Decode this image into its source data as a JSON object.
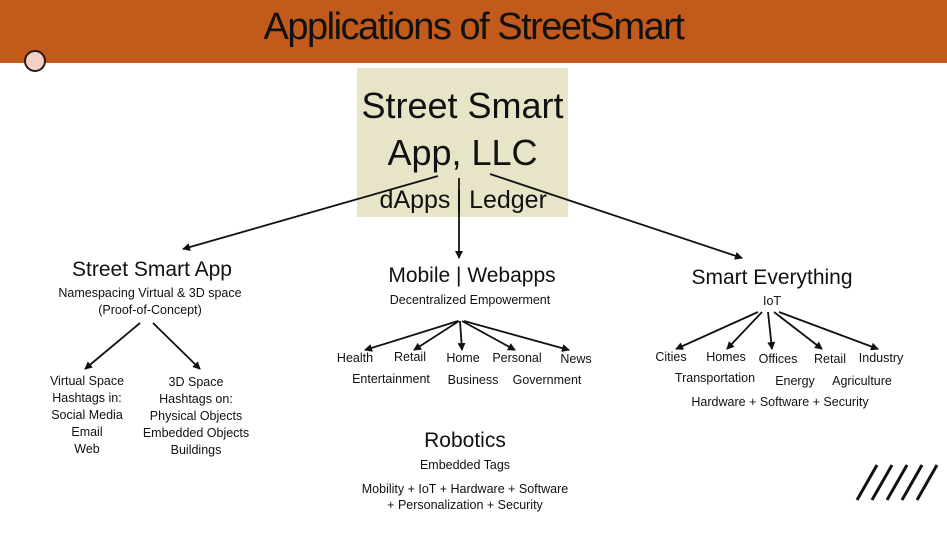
{
  "header": {
    "title": "Applications of StreetSmart",
    "bar_color": "#c25a1c"
  },
  "root": {
    "line1": "Street Smart",
    "line2": "App, LLC",
    "sub_left": "dApps",
    "sub_sep": "|",
    "sub_right": "Ledger",
    "box_color": "#e8e4c8"
  },
  "branch_app": {
    "title": "Street Smart App",
    "desc1": "Namespacing Virtual & 3D space",
    "desc2": "(Proof-of-Concept)",
    "virtual": {
      "line1": "Virtual Space",
      "line2": "Hashtags in:",
      "items": [
        "Social Media",
        "Email",
        "Web"
      ]
    },
    "space3d": {
      "line1": "3D Space",
      "line2": "Hashtags on:",
      "items": [
        "Physical Objects",
        "Embedded Objects",
        "Buildings"
      ]
    }
  },
  "branch_mobile": {
    "title": "Mobile |  Webapps",
    "desc": "Decentralized Empowerment",
    "row1": [
      "Health",
      "Retail",
      "Home",
      "Personal",
      "News"
    ],
    "row2": [
      "Entertainment",
      "Business",
      "Government"
    ]
  },
  "branch_smart": {
    "title": "Smart Everything",
    "desc": "IoT",
    "row1": [
      "Cities",
      "Homes",
      "Offices",
      "Retail",
      "Industry"
    ],
    "row2a": "Transportation",
    "row2b": [
      "Energy",
      "Agriculture"
    ],
    "row3": "Hardware + Software + Security"
  },
  "robotics": {
    "title": "Robotics",
    "desc": "Embedded Tags",
    "line1": "Mobility + IoT + Hardware + Software",
    "line2": "+ Personalization + Security"
  },
  "decor": {
    "slash_icon": "diagonal-stripes-icon",
    "circle_icon": "circle-icon"
  }
}
